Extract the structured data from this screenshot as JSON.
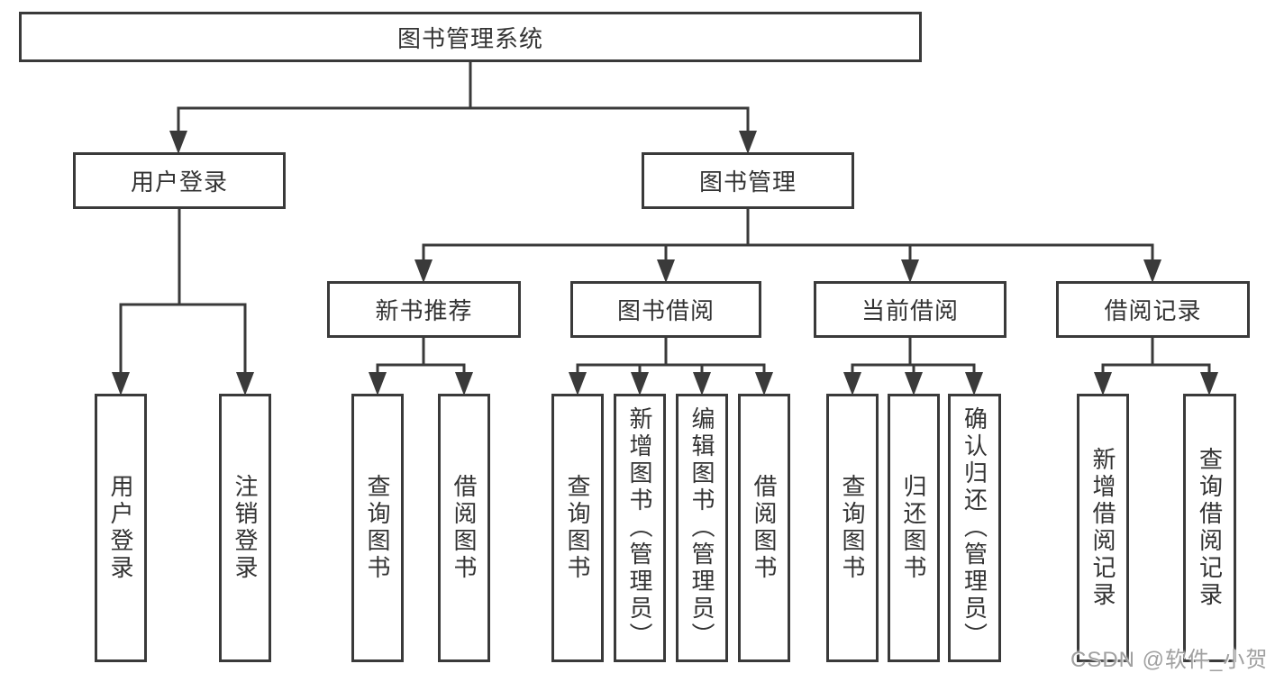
{
  "diagram": {
    "root": {
      "label": "图书管理系统"
    },
    "level2": [
      {
        "label": "用户登录"
      },
      {
        "label": "图书管理"
      }
    ],
    "level3": [
      {
        "label": "新书推荐"
      },
      {
        "label": "图书借阅"
      },
      {
        "label": "当前借阅"
      },
      {
        "label": "借阅记录"
      }
    ],
    "leaves": {
      "user_login": [
        "用户登录",
        "注销登录"
      ],
      "new_book": [
        "查询图书",
        "借阅图书"
      ],
      "book_borrow": [
        "查询图书",
        "新增图书（管理员）",
        "编辑图书（管理员）",
        "借阅图书"
      ],
      "current_borrow": [
        "查询图书",
        "归还图书",
        "确认归还（管理员）"
      ],
      "borrow_records": [
        "新增借阅记录",
        "查询借阅记录"
      ]
    }
  },
  "watermark": "CSDN @软件_小贺同学",
  "colors": {
    "line": "#3a3a3a",
    "text": "#333333",
    "background": "#ffffff",
    "watermark": "#a0a0a0"
  }
}
